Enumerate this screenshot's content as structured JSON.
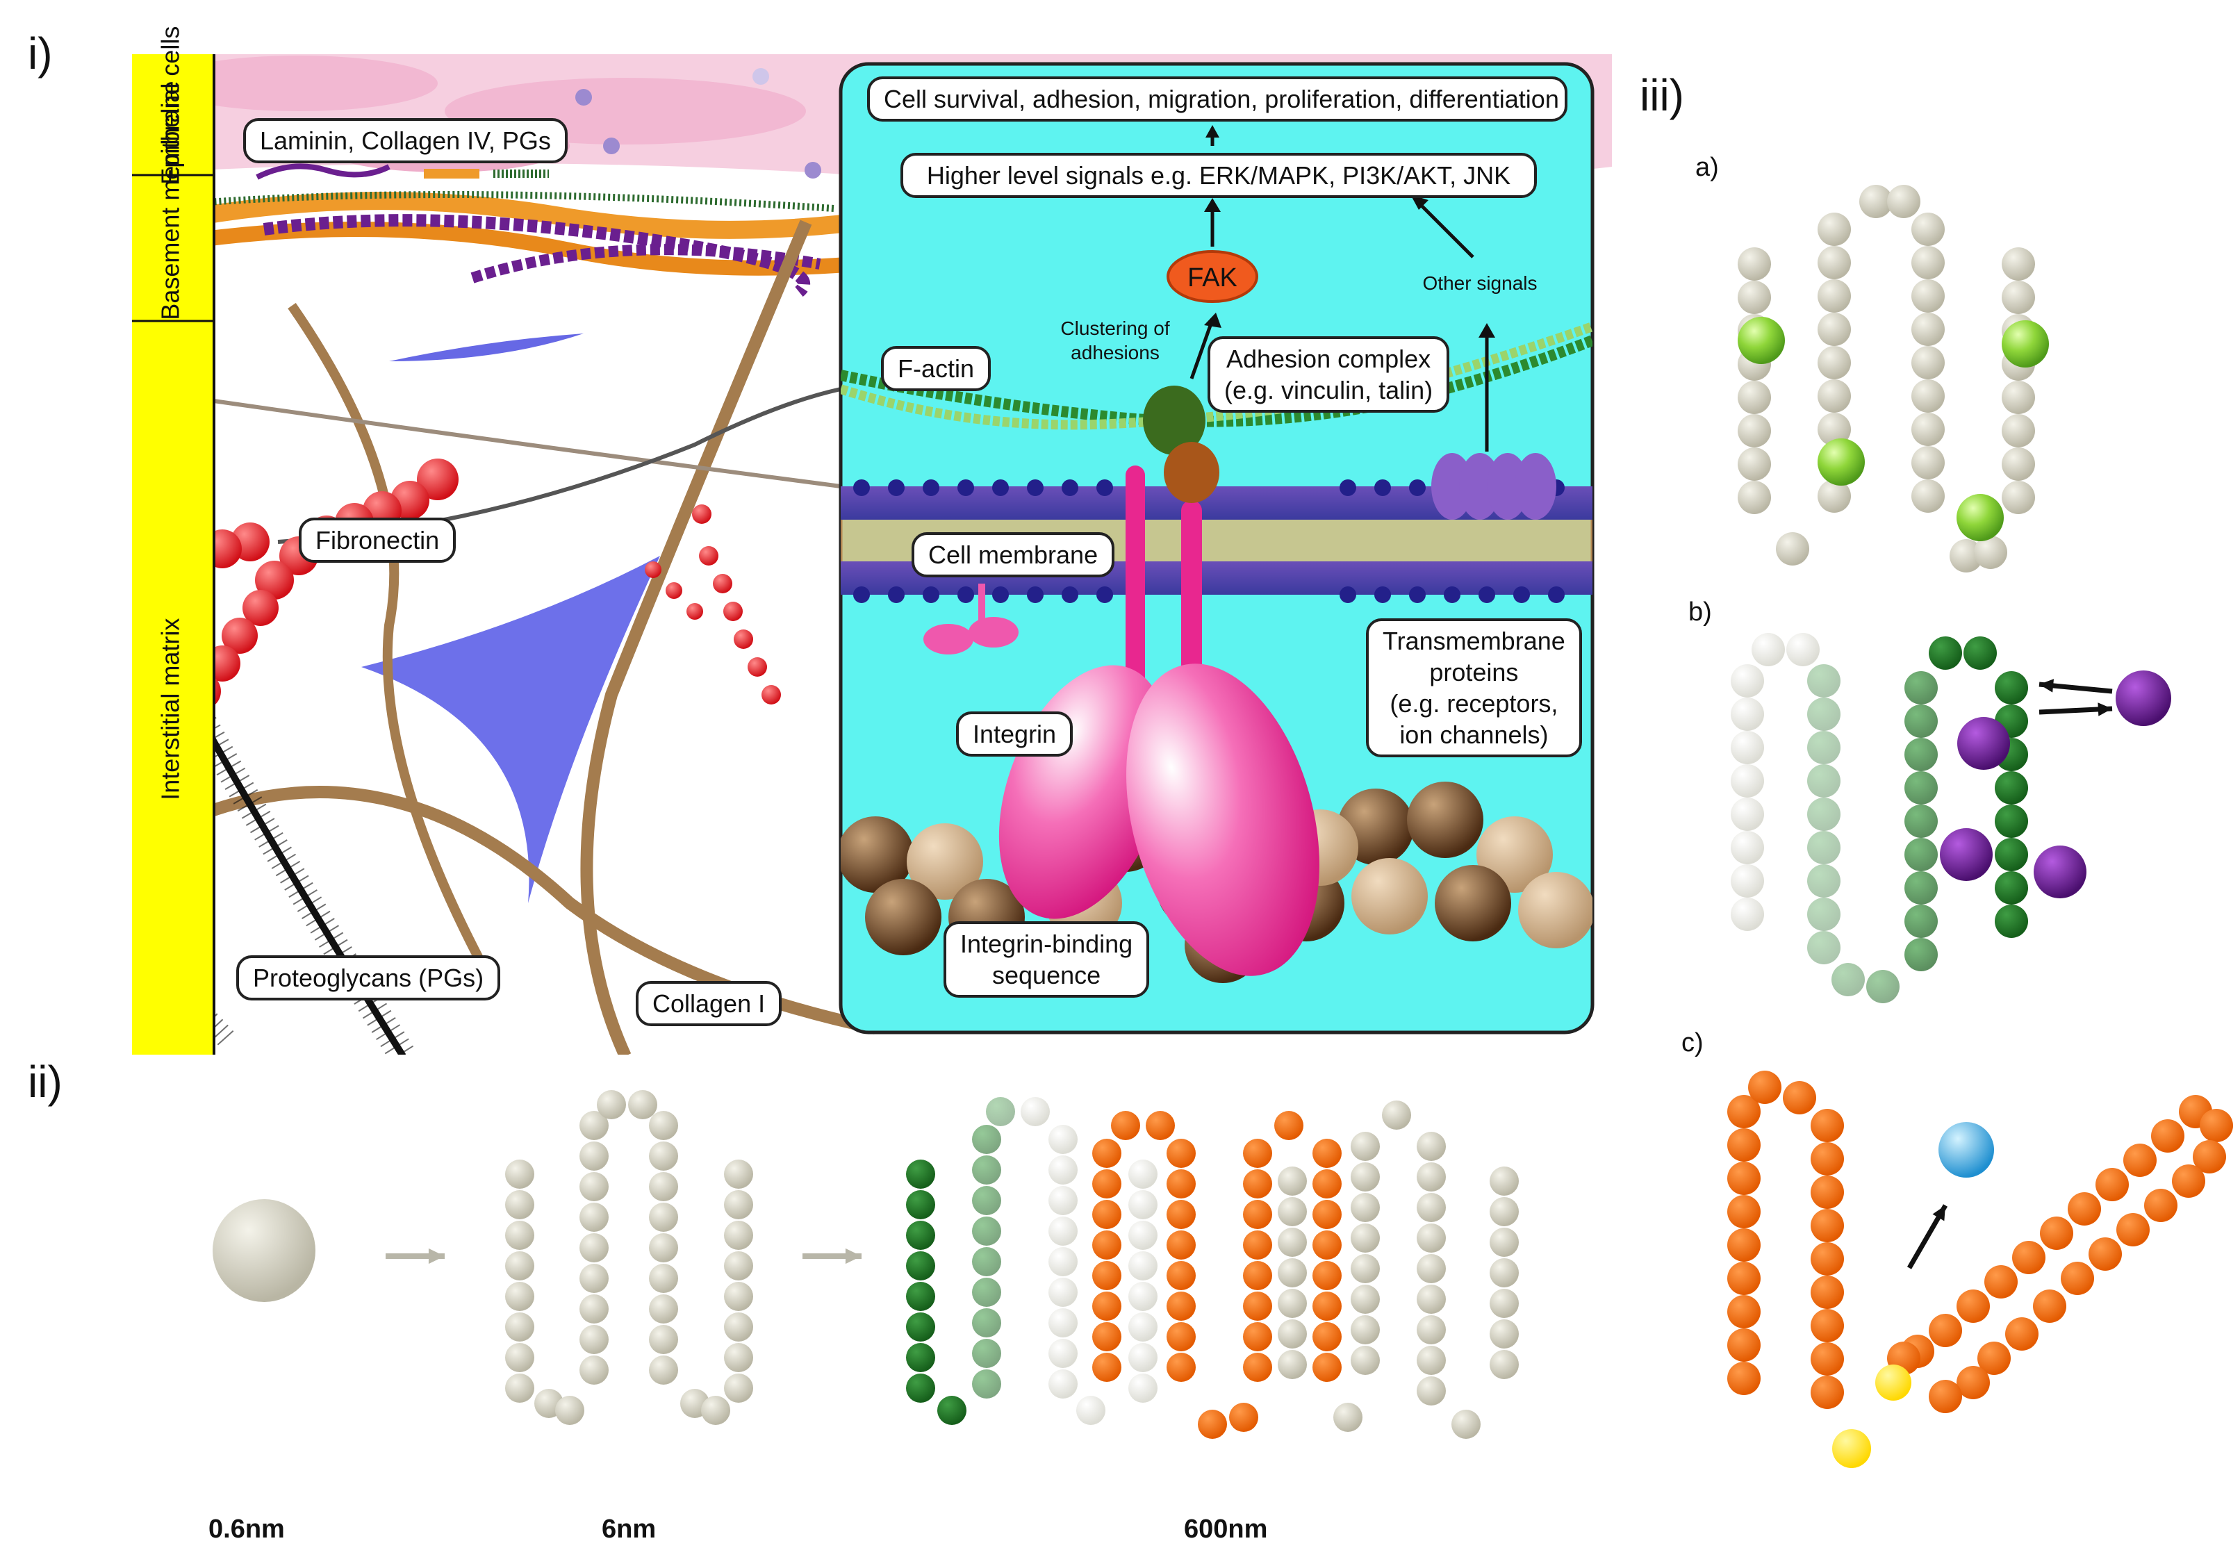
{
  "panels": {
    "i": "i)",
    "ii": "ii)",
    "iii": "iii)",
    "a": "a)",
    "b": "b)",
    "c": "c)"
  },
  "sidebar": {
    "epithelial": "Epithelial cells",
    "basement": "Basement membrane",
    "interstitial": "Interstitial matrix"
  },
  "matrix_labels": {
    "legend": "Laminin, Collagen IV, PGs",
    "fibronectin": "Fibronectin",
    "proteoglycans": "Proteoglycans (PGs)",
    "collagen1": "Collagen I"
  },
  "inset": {
    "top": "Cell survival, adhesion, migration, proliferation, differentiation",
    "higher": "Higher level signals e.g. ERK/MAPK, PI3K/AKT, JNK",
    "fak": "FAK",
    "clustering_line1": "Clustering of",
    "clustering_line2": "adhesions",
    "other_signals": "Other signals",
    "factin": "F-actin",
    "adhesion_line1": "Adhesion complex",
    "adhesion_line2": "(e.g. vinculin, talin)",
    "membrane": "Cell membrane",
    "integrin": "Integrin",
    "transmembrane_line1": "Transmembrane",
    "transmembrane_line2": "proteins",
    "transmembrane_line3": "(e.g. receptors,",
    "transmembrane_line4": "ion channels)",
    "binding_line1": "Integrin-binding",
    "binding_line2": "sequence"
  },
  "scales": {
    "s1": "0.6nm",
    "s2": "6nm",
    "s3": "600nm"
  },
  "colors": {
    "grey_bead": "#cfcdbd",
    "orange": "#f36a10",
    "green_dark": "#1f7a25",
    "green_light": "#8fd63a",
    "purple": "#6a1f8f",
    "yellow": "#ffe600",
    "blue": "#4fb6ea",
    "cyan_bg": "#5ef3f0",
    "sidebar_yellow": "#ffff00"
  }
}
